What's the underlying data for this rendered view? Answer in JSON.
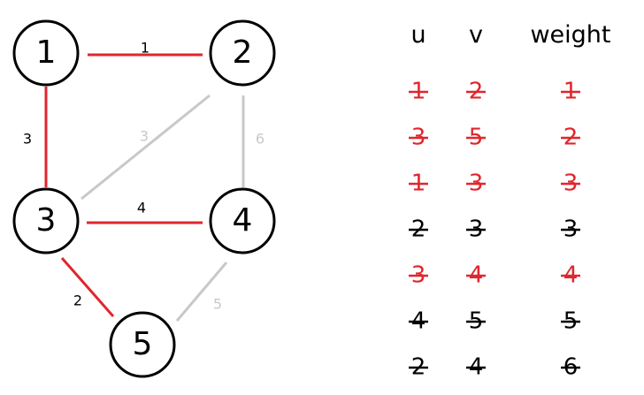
{
  "colors": {
    "selected": "#e0262d",
    "unselected": "#c8c8c8",
    "node_stroke": "#000000",
    "text": "#000000"
  },
  "nodes": [
    {
      "id": "1",
      "label": "1"
    },
    {
      "id": "2",
      "label": "2"
    },
    {
      "id": "3",
      "label": "3"
    },
    {
      "id": "4",
      "label": "4"
    },
    {
      "id": "5",
      "label": "5"
    }
  ],
  "edges": [
    {
      "u": "1",
      "v": "2",
      "weight": "1",
      "selected": true
    },
    {
      "u": "1",
      "v": "3",
      "weight": "3",
      "selected": true
    },
    {
      "u": "2",
      "v": "3",
      "weight": "3",
      "selected": false
    },
    {
      "u": "2",
      "v": "4",
      "weight": "6",
      "selected": false
    },
    {
      "u": "3",
      "v": "4",
      "weight": "4",
      "selected": true
    },
    {
      "u": "3",
      "v": "5",
      "weight": "2",
      "selected": true
    },
    {
      "u": "4",
      "v": "5",
      "weight": "5",
      "selected": false
    }
  ],
  "table": {
    "headers": {
      "u": "u",
      "v": "v",
      "weight": "weight"
    },
    "rows": [
      {
        "u": "1",
        "v": "2",
        "weight": "1",
        "selected": true
      },
      {
        "u": "3",
        "v": "5",
        "weight": "2",
        "selected": true
      },
      {
        "u": "1",
        "v": "3",
        "weight": "3",
        "selected": true
      },
      {
        "u": "2",
        "v": "3",
        "weight": "3",
        "selected": false
      },
      {
        "u": "3",
        "v": "4",
        "weight": "4",
        "selected": true
      },
      {
        "u": "4",
        "v": "5",
        "weight": "5",
        "selected": false
      },
      {
        "u": "2",
        "v": "4",
        "weight": "6",
        "selected": false
      }
    ]
  }
}
